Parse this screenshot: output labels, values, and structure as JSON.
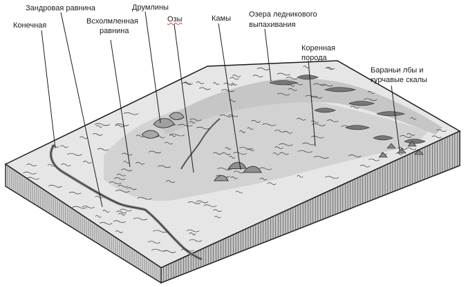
{
  "title_fragment": "",
  "labels": {
    "konechnaya": "Конечная",
    "zandrovaya": "Зандровая равнина",
    "vskholm_1": "Всхолмленная",
    "vskholm_2": "равнина",
    "drumliny": "Друмлины",
    "ozy": "Озы",
    "kamy": "Камы",
    "ozera_1": "Озера ледникового",
    "ozera_2": "выпахивания",
    "korennaya_1": "Коренная",
    "korennaya_2": "порода",
    "barany_1": "Бараньи лбы и",
    "barany_2": "курчавые скалы"
  },
  "colors": {
    "ink": "#1a1a1a",
    "surface": "#dcdcdc",
    "side_front": "#cfcfcf",
    "side_right": "#bdbdbd",
    "moraine": "#9a9a9a",
    "hatch": "#444444"
  }
}
